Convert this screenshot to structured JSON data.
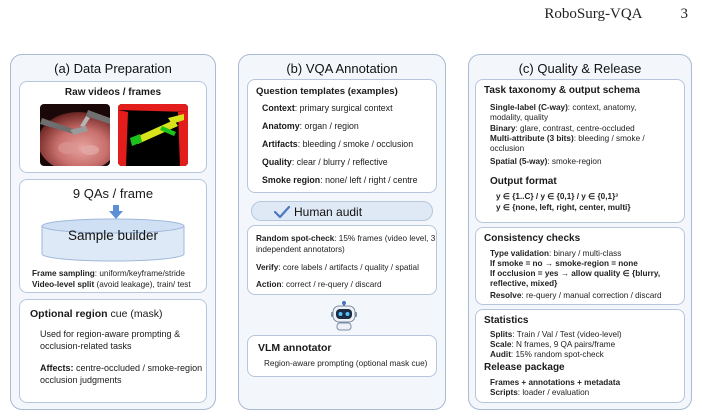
{
  "header": {
    "title": "RoboSurg-VQA",
    "page": "3"
  },
  "panel_a": {
    "title": "(a) Data Preparation",
    "frames_title": "Raw videos / frames",
    "qas_title": "9 QAs / frame",
    "sample_builder": "Sample builder",
    "sampling_label": "Frame sampling",
    "sampling_text": ": uniform/keyframe/stride",
    "split_label": "Video-level split",
    "split_text": " (avoid leakage), train/ test",
    "region_title_bold": "Optional region",
    "region_title_rest": " cue (mask)",
    "region_desc_1": "Used for region-aware prompting &",
    "region_desc_2": "occlusion-related tasks",
    "affects_label": "Affects:",
    "affects_text_1": " centre-occluded / smoke-region",
    "affects_text_2": "occlusion judgments",
    "colors": {
      "arrow": "#5b8fd6",
      "cylinder_top": "#cfe0f4",
      "cylinder_body": "#dde9f7"
    }
  },
  "panel_b": {
    "title": "(b) VQA Annotation",
    "templates_title": "Question templates (examples)",
    "templates": [
      {
        "label": "Context",
        "text": ": primary surgical context"
      },
      {
        "label": "Anatomy",
        "text": ": organ / region"
      },
      {
        "label": "Artifacts",
        "text": ": bleeding / smoke / occlusion"
      },
      {
        "label": "Quality",
        "text": ": clear / blurry / reflective"
      },
      {
        "label": "Smoke region",
        "text": ": none/ left / right / centre"
      }
    ],
    "audit_title": "Human audit",
    "spot_label": "Random spot-check",
    "spot_text_1": ": 15% frames (video level, 3",
    "spot_text_2": "independent annotators)",
    "verify_label": "Verify",
    "verify_text": ": core labels / artifacts / quality / spatial",
    "action_label": "Action",
    "action_text": ": correct / re-query / discard",
    "robot_icon": "robot-icon",
    "vlm_title": "VLM annotator",
    "vlm_text": "Region-aware prompting (optional mask cue)"
  },
  "panel_c": {
    "title": "(c) Quality & Release",
    "taxonomy_title": "Task taxonomy & output schema",
    "single_label": "Single-label (C-way)",
    "single_text_1": ": context, anatomy,",
    "single_text_2": "modality, quality",
    "binary_label": "Binary",
    "binary_text": ": glare, contrast, centre-occluded",
    "multi_label": "Multi-attribute (3 bits)",
    "multi_text_1": ": bleeding / smoke /",
    "multi_text_2": "occlusion",
    "spatial_label": "Spatial (5-way)",
    "spatial_text": ": smoke-region",
    "output_title": "Output format",
    "output_line_1": "y ∈ {1..C} / y ∈ {0,1} / y ∈ {0,1}³",
    "output_line_2": "y ∈ {none, left, right, center, multi}",
    "consistency_title": "Consistency checks",
    "type_label": "Type validation",
    "type_text": ": binary / multi-class",
    "smoke_rule": "If smoke = no → smoke-region = none",
    "occl_rule_1": "If occlusion = yes → allow quality ∈ {blurry,",
    "occl_rule_2": "reflective, mixed}",
    "resolve_label": "Resolve",
    "resolve_text": ": re-query / manual correction / discard",
    "statistics_title": "Statistics",
    "splits_label": "Splits",
    "splits_text": ": Train / Val / Test (video-level)",
    "scale_label": "Scale",
    "scale_text": ": N frames, 9 QA pairs/frame",
    "audit_label": "Audit",
    "audit_text": ": 15% random spot-check",
    "release_title": "Release package",
    "release_line_1": "Frames + annotations + metadata",
    "scripts_label": "Scripts",
    "scripts_text": ": loader / evaluation"
  }
}
